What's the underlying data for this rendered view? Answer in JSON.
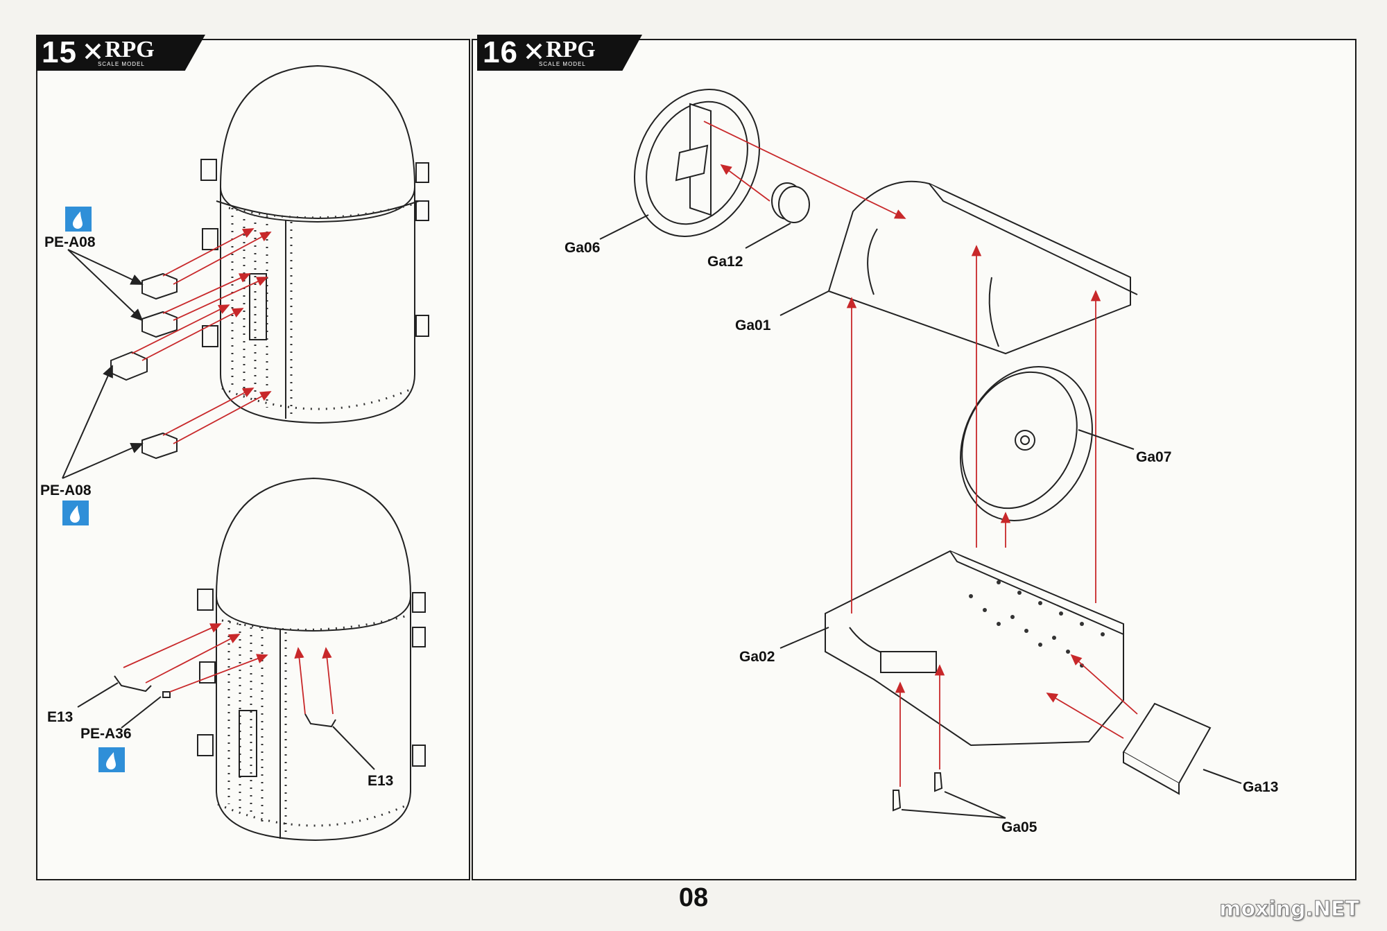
{
  "steps": [
    {
      "number": "15",
      "brand": "RPG",
      "brand_sub": "SCALE MODEL"
    },
    {
      "number": "16",
      "brand": "RPG",
      "brand_sub": "SCALE MODEL"
    }
  ],
  "step15": {
    "labels": {
      "pe_a08_top": "PE-A08",
      "pe_a08_bottom": "PE-A08",
      "e13_left": "E13",
      "pe_a36": "PE-A36",
      "e13_right": "E13"
    }
  },
  "step16": {
    "labels": {
      "ga06": "Ga06",
      "ga12": "Ga12",
      "ga01": "Ga01",
      "ga07": "Ga07",
      "ga02": "Ga02",
      "ga13": "Ga13",
      "ga05": "Ga05"
    }
  },
  "page_number": "08",
  "watermark": "moxing.NET",
  "colors": {
    "arrow": "#c8282a",
    "glue": "#2f8fd8",
    "line": "#222222"
  },
  "icons": {
    "glue": "glue-drop-icon",
    "brand": "crossed-swords-icon"
  }
}
